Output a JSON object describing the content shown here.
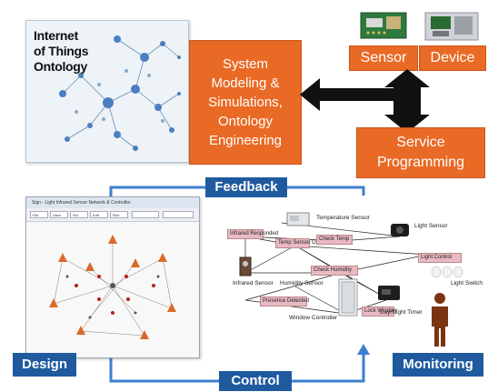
{
  "ontology_panel": {
    "title_line1": "Internet",
    "title_line2": "of Things",
    "title_line3": "Ontology"
  },
  "modeling_box": {
    "line1": "System",
    "line2": "Modeling &",
    "line3": "Simulations,",
    "line4": "Ontology",
    "line5": "Engineering"
  },
  "sensor_box": {
    "label": "Sensor"
  },
  "device_box": {
    "label": "Device"
  },
  "service_box": {
    "line1": "Service",
    "line2": "Programming"
  },
  "feedback_label": "Feedback",
  "control_label": "Control",
  "design_label": "Design",
  "monitoring_label": "Monitoring",
  "design_window": {
    "title": "Sign - Light Infrared Sensor Network & Controller",
    "toolbar_items": [
      "File",
      "View",
      "Sel",
      "Edit",
      "Run",
      "",
      ""
    ]
  },
  "monitoring_diagram": {
    "nodes": [
      {
        "label": "Infrared Responded"
      },
      {
        "label": "Temp Sensor On"
      },
      {
        "label": "Check Temp"
      },
      {
        "label": "Check Humidity"
      },
      {
        "label": "Light Control"
      },
      {
        "label": "Presence Detected"
      },
      {
        "label": "Lock Window"
      }
    ],
    "texts": [
      {
        "label": "Temperature Sensor"
      },
      {
        "label": "Light Sensor"
      },
      {
        "label": "Infrared Sensor"
      },
      {
        "label": "Humidity Sensor"
      },
      {
        "label": "Light Switch"
      },
      {
        "label": "Window Controller"
      },
      {
        "label": "Day/Night Timer"
      }
    ]
  },
  "colors": {
    "orange": "#e96a25",
    "blue": "#1f5a9f",
    "black": "#111111",
    "node_pink": "#e9b9c4"
  },
  "icons": [
    "sensor-board-icon",
    "device-board-icon",
    "person-icon",
    "light-bulb-icon",
    "thermometer-icon"
  ]
}
